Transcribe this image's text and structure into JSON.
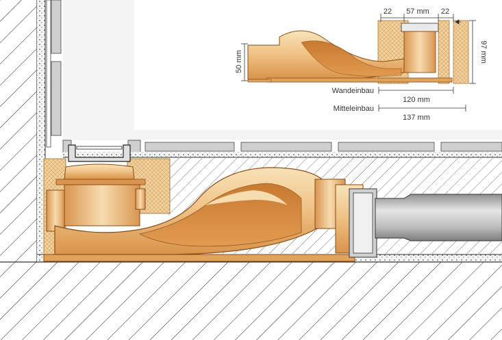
{
  "colors": {
    "copper_light": "#f6d9a6",
    "copper_mid": "#e0a35c",
    "copper_dark": "#c7782a",
    "copper_edge": "#8a4a12",
    "insulation": "#f2cf9a",
    "tile": "#cfcfcf",
    "pipe_light": "#dcdcdc",
    "pipe_dark": "#9e9e9e",
    "panel": "#f2f2f2",
    "hatch": "#333333"
  },
  "inset": {
    "top_dims": {
      "left": "22",
      "middle": "57 mm",
      "right": "22"
    },
    "height_left": "50 mm",
    "height_right": "97 mm",
    "rows": [
      {
        "label": "Wandeinbau",
        "value": "120 mm"
      },
      {
        "label": "Mitteleinbau",
        "value": "137 mm"
      }
    ]
  }
}
